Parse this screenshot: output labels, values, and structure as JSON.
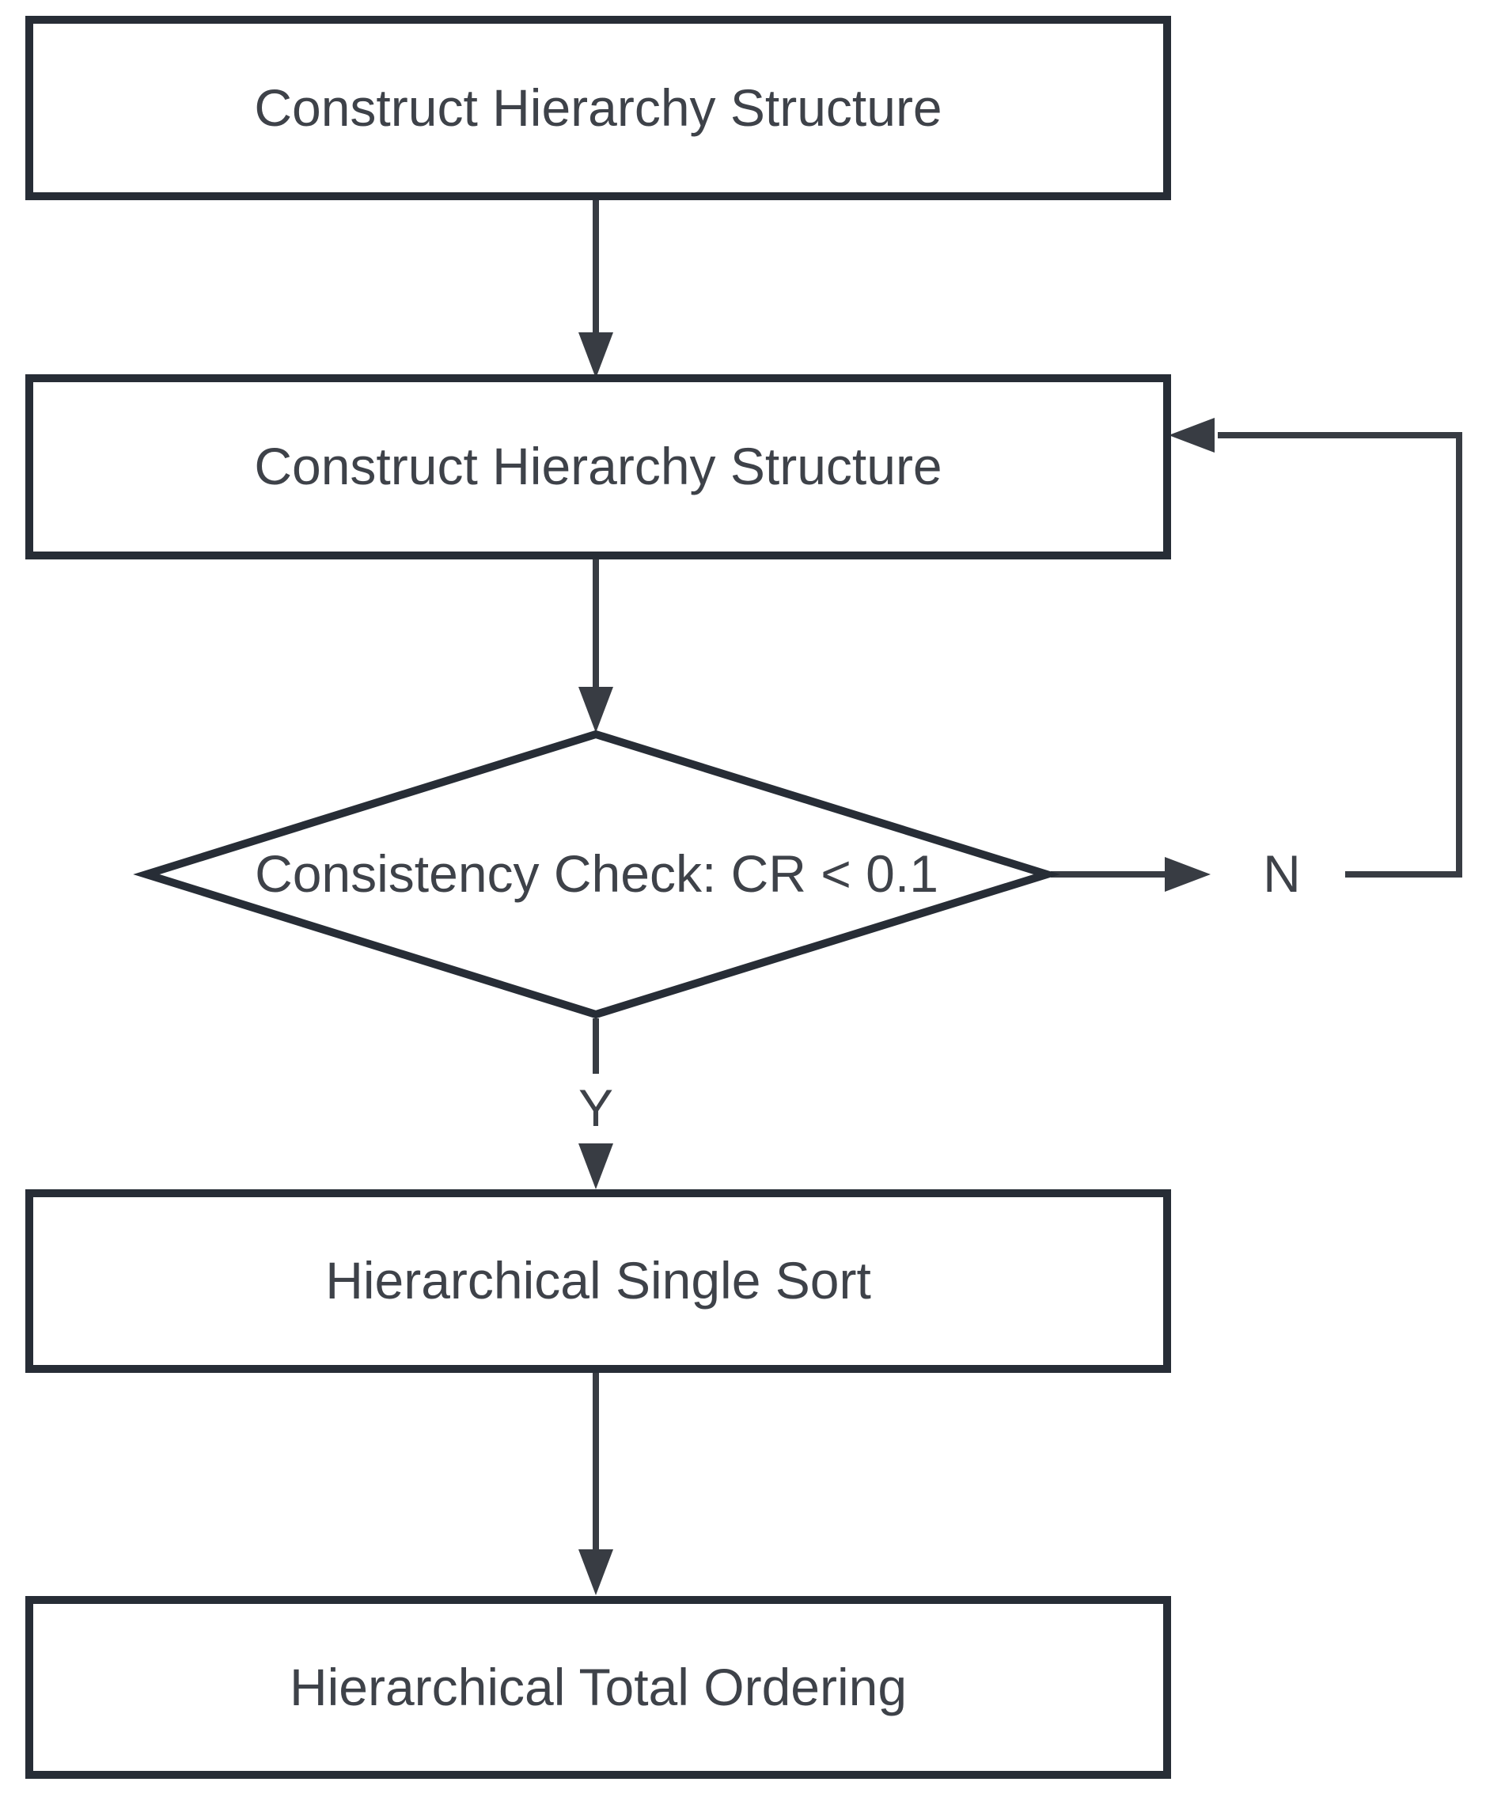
{
  "figure": {
    "type": "flowchart",
    "colors": {
      "node_border": "#272d36",
      "node_fill": "#ffffff",
      "text": "#3e4249",
      "arrow": "#383c43",
      "background": "#ffffff"
    },
    "nodes": [
      {
        "id": "start",
        "shape": "rectangle",
        "label": "Construct Hierarchy Structure"
      },
      {
        "id": "construct",
        "shape": "rectangle",
        "label": "Construct Hierarchy Structure"
      },
      {
        "id": "check",
        "shape": "diamond",
        "label": "Consistency Check: CR < 0.1"
      },
      {
        "id": "single-sort",
        "shape": "rectangle",
        "label": "Hierarchical Single Sort"
      },
      {
        "id": "total-ordering",
        "shape": "rectangle",
        "label": "Hierarchical Total Ordering"
      }
    ],
    "edges": [
      {
        "from": "start",
        "to": "construct",
        "label": ""
      },
      {
        "from": "construct",
        "to": "check",
        "label": ""
      },
      {
        "from": "check",
        "to": "single-sort",
        "label": "Y"
      },
      {
        "from": "check",
        "to": "construct",
        "label": "N"
      },
      {
        "from": "single-sort",
        "to": "total-ordering",
        "label": ""
      }
    ],
    "branch_labels": {
      "yes": "Y",
      "no": "N"
    }
  }
}
